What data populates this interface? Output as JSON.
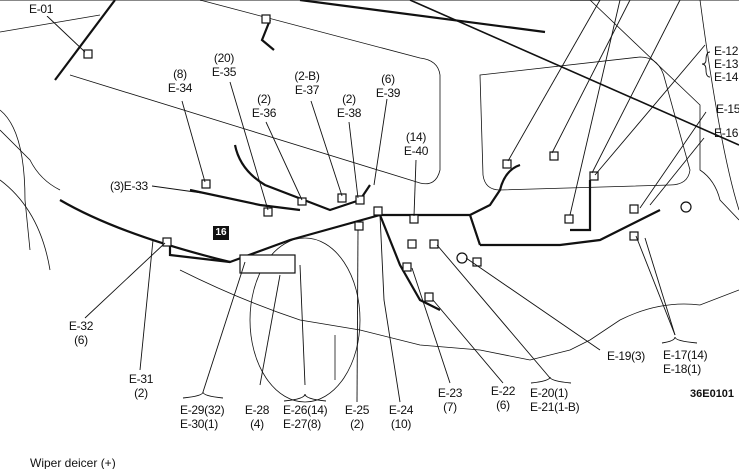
{
  "diagram_id": "36E0101",
  "caption": "Wiper deicer (+)",
  "marker": "16",
  "top_labels": {
    "e01": "E-01",
    "e34": [
      "(8)",
      "E-34"
    ],
    "e35": [
      "(20)",
      "E-35"
    ],
    "e36": [
      "(2)",
      "E-36"
    ],
    "e37": [
      "(2-B)",
      "E-37"
    ],
    "e38": [
      "(2)",
      "E-38"
    ],
    "e39": [
      "(6)",
      "E-39"
    ],
    "e40": [
      "(14)",
      "E-40"
    ],
    "e33": "(3)E-33"
  },
  "right_labels": {
    "e12": "E-12",
    "e13": "E-13",
    "e14": "E-14",
    "e15": "E-15",
    "e16": "E-16"
  },
  "bottom_labels": {
    "e32": [
      "E-32",
      "(6)"
    ],
    "e31": [
      "E-31",
      "(2)"
    ],
    "e29_30": [
      "E-29(32)",
      "E-30(1)"
    ],
    "e28": [
      "E-28",
      "(4)"
    ],
    "e26_27": [
      "E-26(14)",
      "E-27(8)"
    ],
    "e25": [
      "E-25",
      "(2)"
    ],
    "e24": [
      "E-24",
      "(10)"
    ],
    "e23": [
      "E-23",
      "(7)"
    ],
    "e22": [
      "E-22",
      "(6)"
    ],
    "e20_21": [
      "E-20(1)",
      "E-21(1-B)"
    ],
    "e19": "E-19(3)",
    "e17_18": [
      "E-17(14)",
      "E-18(1)"
    ]
  }
}
